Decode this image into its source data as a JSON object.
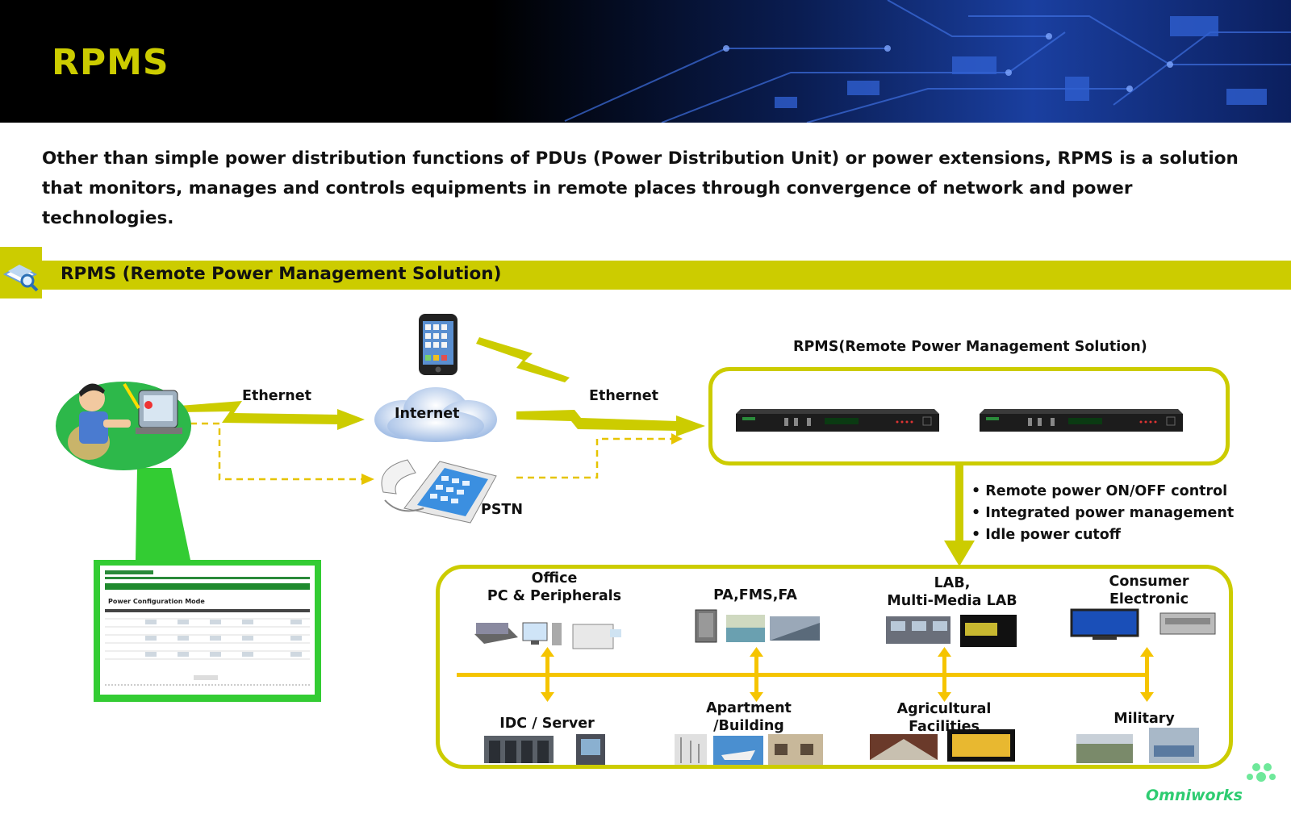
{
  "slide": {
    "title": "RPMS",
    "intro": "Other than simple power distribution functions of PDUs (Power Distribution Unit) or power extensions, RPMS is a solution that monitors, manages and controls equipments in remote places through convergence of network and power technologies.",
    "section_title": "RPMS (Remote Power Management Solution)",
    "brand": "Omniworks"
  },
  "diagram": {
    "ethernet_left": "Ethernet",
    "ethernet_right": "Ethernet",
    "internet": "Internet",
    "pstn": "PSTN",
    "rpms_label": "RPMS(Remote Power Management Solution)",
    "features": [
      "• Remote  power ON/OFF control",
      "• Integrated power management",
      "• Idle power cutoff"
    ],
    "screen_title": "Power Configuration Mode",
    "top_groups": [
      {
        "line1": "Office",
        "line2": "PC & Peripherals"
      },
      {
        "line1": "PA,FMS,FA",
        "line2": ""
      },
      {
        "line1": "LAB,",
        "line2": "Multi-Media LAB"
      },
      {
        "line1": "Consumer",
        "line2": "Electronic"
      }
    ],
    "bottom_groups": [
      {
        "line1": "IDC / Server",
        "line2": ""
      },
      {
        "line1": "Apartment",
        "line2": "/Building"
      },
      {
        "line1": "Agricultural",
        "line2": "Facilities"
      },
      {
        "line1": "Military",
        "line2": ""
      }
    ]
  },
  "colors": {
    "accent": "#cccc00",
    "arrow": "#f5c400",
    "green": "#33cc33",
    "brand": "#2ecc71"
  }
}
